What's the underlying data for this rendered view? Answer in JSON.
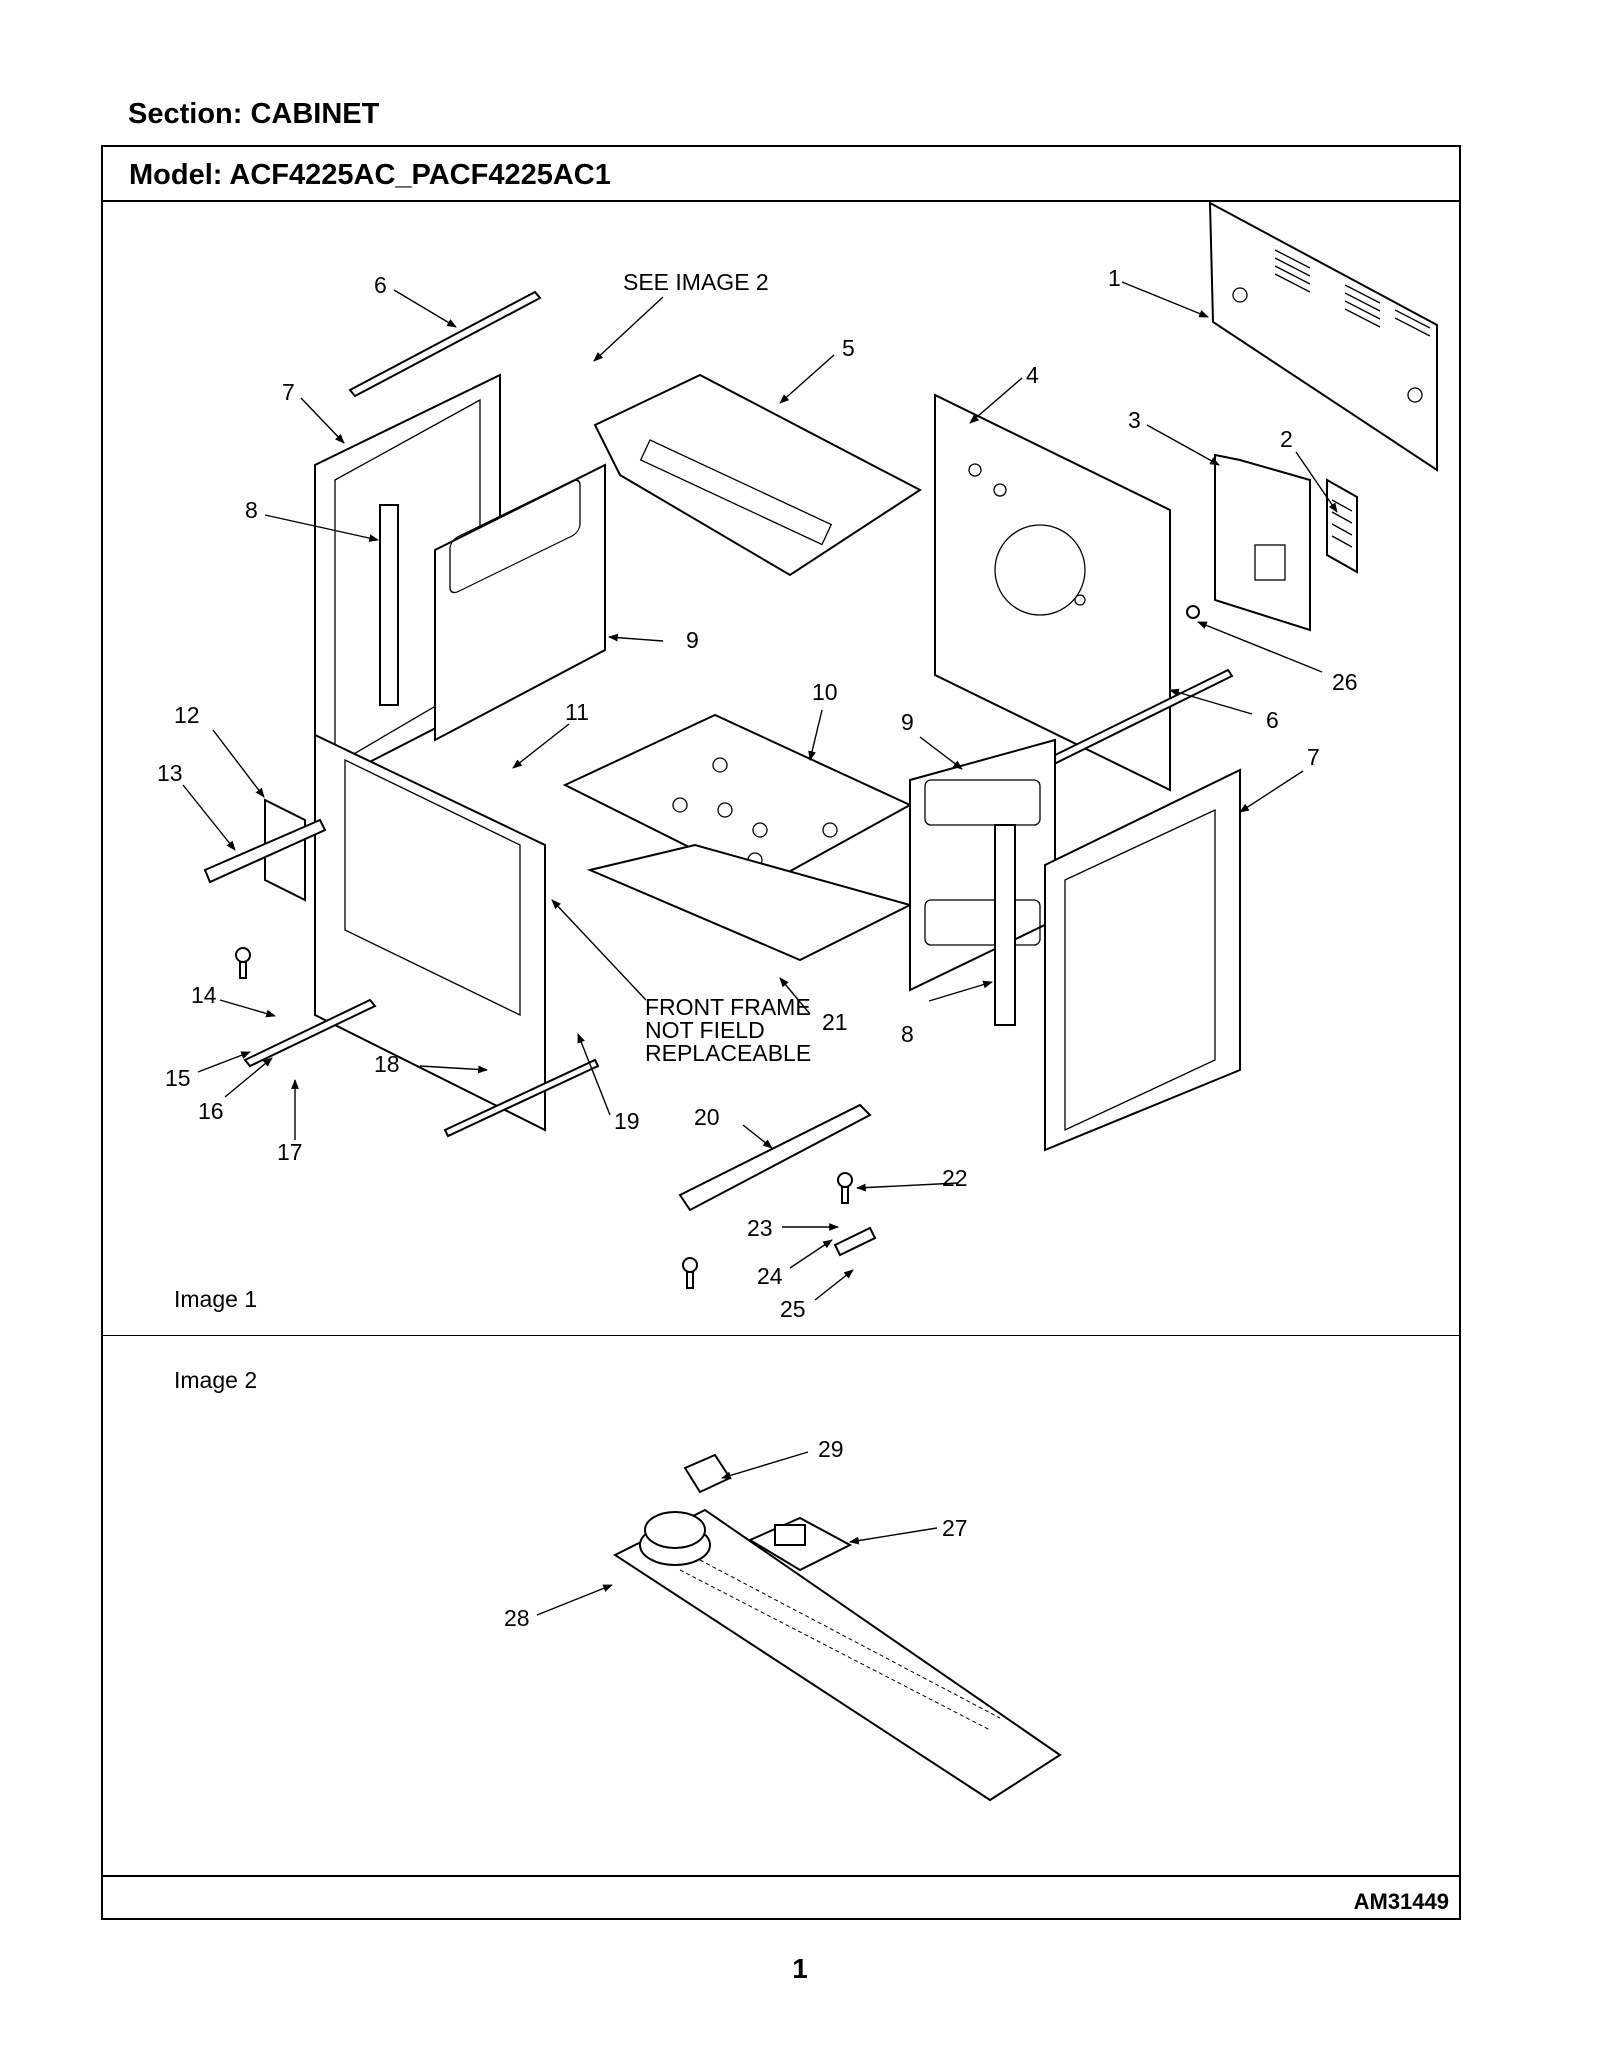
{
  "section_title": "Section:  CABINET",
  "model_title": "Model:  ACF4225AC_PACF4225AC1",
  "image1_label": "Image 1",
  "image2_label": "Image 2",
  "see_image_note": "SEE IMAGE 2",
  "front_frame_note": [
    "FRONT FRAME",
    "NOT FIELD",
    "REPLACEABLE"
  ],
  "doc_id": "AM31449",
  "page_number": "1",
  "callouts": {
    "c1": "1",
    "c2": "2",
    "c3": "3",
    "c4": "4",
    "c5": "5",
    "c6a": "6",
    "c6b": "6",
    "c7a": "7",
    "c7b": "7",
    "c8a": "8",
    "c8b": "8",
    "c9a": "9",
    "c9b": "9",
    "c10": "10",
    "c11": "11",
    "c12": "12",
    "c13": "13",
    "c14": "14",
    "c15": "15",
    "c16": "16",
    "c17": "17",
    "c18": "18",
    "c19": "19",
    "c20": "20",
    "c21": "21",
    "c22": "22",
    "c23": "23",
    "c24": "24",
    "c25": "25",
    "c26": "26",
    "c27": "27",
    "c28": "28",
    "c29": "29"
  }
}
